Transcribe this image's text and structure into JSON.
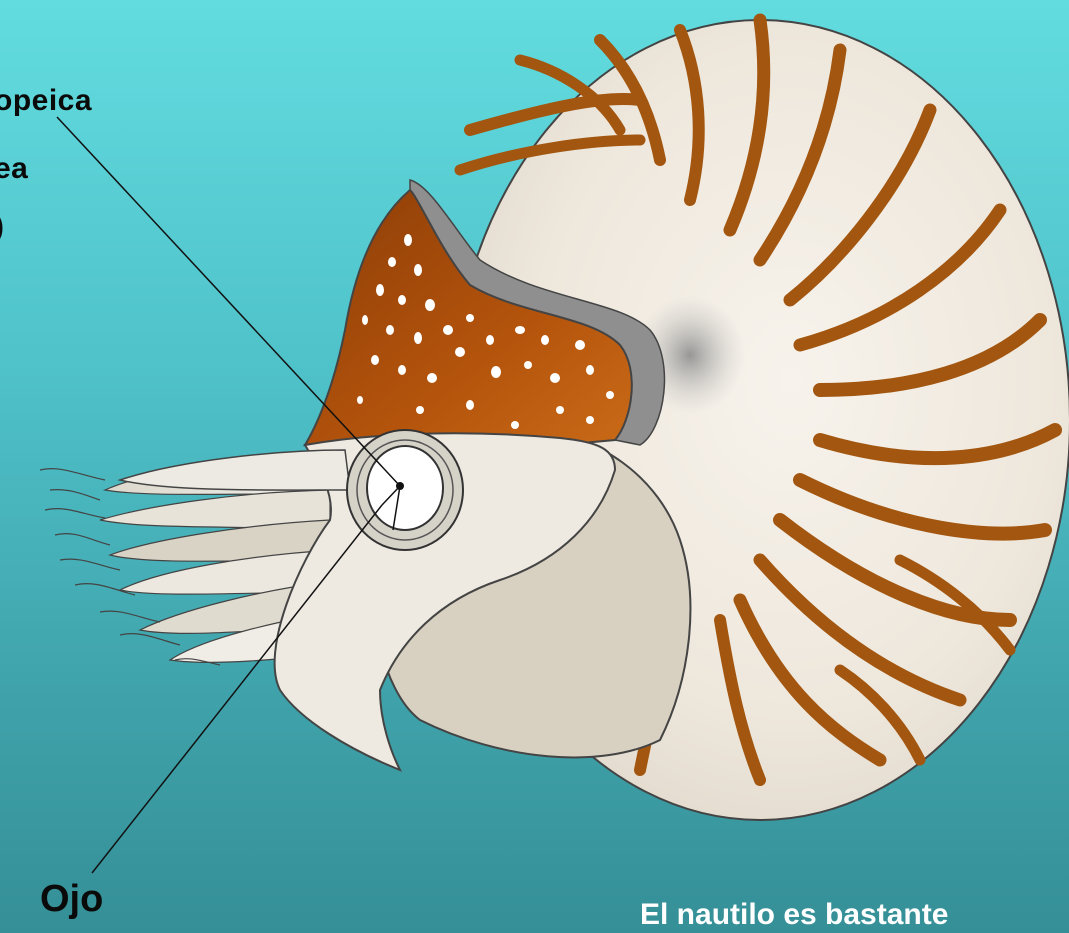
{
  "labels": {
    "pinhole_line1": "opeica",
    "pinhole_line2": "ea",
    "pinhole_line3": ")",
    "eye": "Ojo"
  },
  "caption": "El nautilo es bastante",
  "colors": {
    "water_top": "#62dcdf",
    "water_bottom": "#358f97",
    "shell_cream": "#efe9df",
    "shell_stripe": "#a3560f",
    "hood_orange": "#b4540c",
    "hood_spots": "#ffffff",
    "label_text": "#0a0a0a",
    "caption_text": "#ffffff"
  }
}
